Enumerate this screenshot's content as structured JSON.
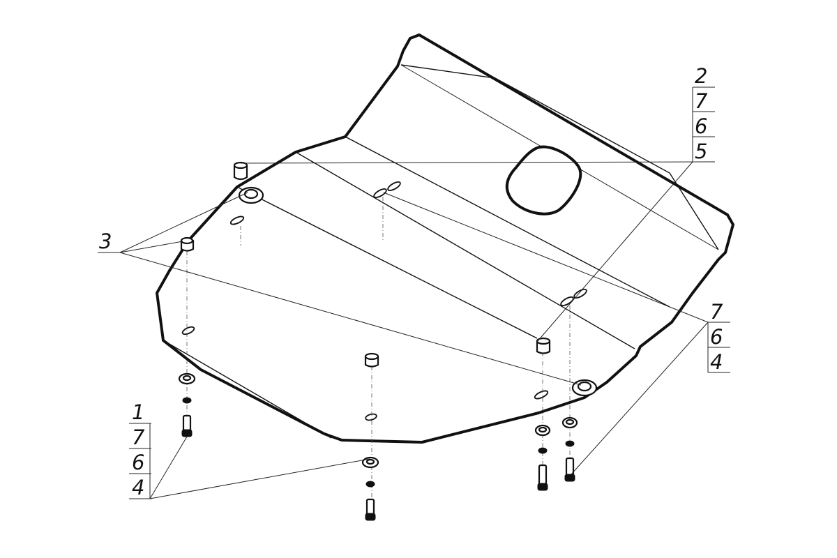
{
  "callouts": {
    "top_right": {
      "labels": [
        "2",
        "7",
        "6",
        "5"
      ]
    },
    "left": {
      "label": "3"
    },
    "right": {
      "labels": [
        "7",
        "6",
        "4"
      ]
    },
    "bottom_left": {
      "labels": [
        "1",
        "7",
        "6",
        "4"
      ]
    }
  }
}
